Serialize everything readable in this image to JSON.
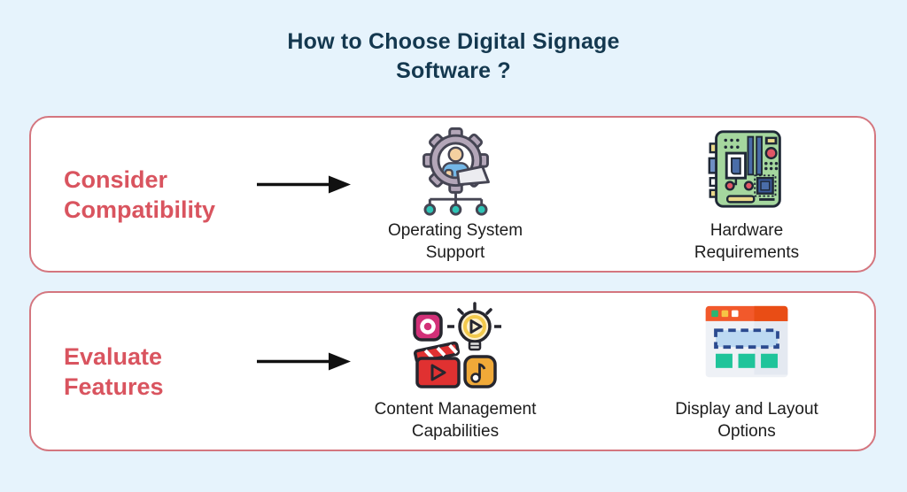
{
  "page": {
    "title_line1": "How to Choose Digital Signage",
    "title_line2": "Software ?"
  },
  "colors": {
    "background": "#e6f3fc",
    "title": "#14384f",
    "accent_red": "#d9545f",
    "card_border": "#d4767f",
    "arrow": "#111111",
    "teal_node": "#2ec4b6",
    "board_green": "#a5d79e",
    "orange_bar": "#f2592b",
    "green_tile": "#1fc49a"
  },
  "sections": [
    {
      "heading_line1": "Consider",
      "heading_line2": "Compatibility",
      "items": [
        {
          "icon": "gear-person-network-icon",
          "label": "Operating System Support"
        },
        {
          "icon": "motherboard-icon",
          "label": "Hardware Requirements"
        }
      ]
    },
    {
      "heading_line1": "Evaluate",
      "heading_line2": "Features",
      "items": [
        {
          "icon": "multimedia-content-icon",
          "label": "Content Management Capabilities"
        },
        {
          "icon": "browser-layout-icon",
          "label": "Display and Layout Options"
        }
      ]
    }
  ]
}
